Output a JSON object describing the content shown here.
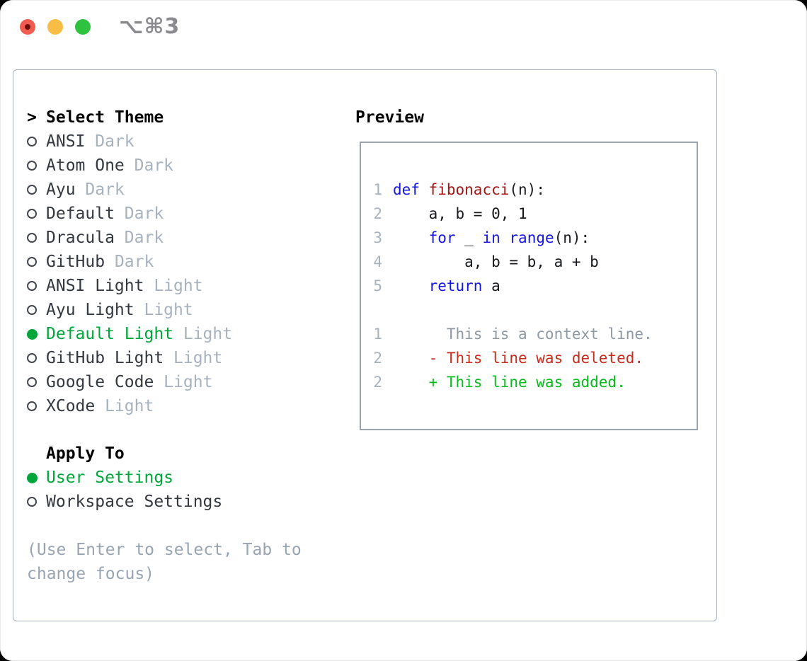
{
  "window": {
    "shortcut_label": "⌥⌘3"
  },
  "theme_list": {
    "header": "Select Theme",
    "cursor": ">",
    "items": [
      {
        "name": "ANSI",
        "variant": "Dark",
        "selected": false
      },
      {
        "name": "Atom One",
        "variant": "Dark",
        "selected": false
      },
      {
        "name": "Ayu",
        "variant": "Dark",
        "selected": false
      },
      {
        "name": "Default",
        "variant": "Dark",
        "selected": false
      },
      {
        "name": "Dracula",
        "variant": "Dark",
        "selected": false
      },
      {
        "name": "GitHub",
        "variant": "Dark",
        "selected": false
      },
      {
        "name": "ANSI Light",
        "variant": "Light",
        "selected": false
      },
      {
        "name": "Ayu Light",
        "variant": "Light",
        "selected": false
      },
      {
        "name": "Default Light",
        "variant": "Light",
        "selected": true
      },
      {
        "name": "GitHub Light",
        "variant": "Light",
        "selected": false
      },
      {
        "name": "Google Code",
        "variant": "Light",
        "selected": false
      },
      {
        "name": "XCode",
        "variant": "Light",
        "selected": false
      }
    ]
  },
  "apply_to": {
    "header": "Apply To",
    "items": [
      {
        "name": "User Settings",
        "selected": true
      },
      {
        "name": "Workspace Settings",
        "selected": false
      }
    ]
  },
  "hint": {
    "line1": "(Use Enter to select, Tab to",
    "line2": "change focus)"
  },
  "preview": {
    "header": "Preview",
    "lines": [
      {
        "num": "1",
        "tokens": [
          [
            "def",
            "kw"
          ],
          [
            " ",
            "pl"
          ],
          [
            "fibonacci",
            "fn"
          ],
          [
            "(n):",
            "pl"
          ]
        ]
      },
      {
        "num": "2",
        "tokens": [
          [
            "    a, b = 0, 1",
            "pl"
          ]
        ]
      },
      {
        "num": "3",
        "tokens": [
          [
            "    ",
            "pl"
          ],
          [
            "for",
            "kw"
          ],
          [
            " _ ",
            "pl"
          ],
          [
            "in",
            "kw"
          ],
          [
            " ",
            "pl"
          ],
          [
            "range",
            "kw"
          ],
          [
            "(n):",
            "pl"
          ]
        ]
      },
      {
        "num": "4",
        "tokens": [
          [
            "        a, b = b, a + b",
            "pl"
          ]
        ]
      },
      {
        "num": "5",
        "tokens": [
          [
            "    ",
            "pl"
          ],
          [
            "return",
            "kw"
          ],
          [
            " a",
            "pl"
          ]
        ]
      },
      {
        "num": "",
        "tokens": []
      },
      {
        "num": "1",
        "tokens": [
          [
            "      This is a context line.",
            "ctx"
          ]
        ]
      },
      {
        "num": "2",
        "tokens": [
          [
            "    - This line was deleted.",
            "del"
          ]
        ]
      },
      {
        "num": "2",
        "tokens": [
          [
            "    + This line was added.",
            "add"
          ]
        ]
      }
    ]
  },
  "colors": {
    "selection_green": "#00a63a",
    "keyword_blue": "#1515e6",
    "function_red": "#a31515",
    "diff_added_green": "#07bb1d",
    "diff_deleted_red": "#c62d1c",
    "muted_gray": "#a8b2be",
    "hint_gray": "#9aa4b1",
    "panel_border": "#a9b2bb",
    "preview_border": "#9aa3ad",
    "traffic_red": "#f15b50",
    "traffic_yellow": "#f8bd45",
    "traffic_green": "#2fc23e"
  }
}
